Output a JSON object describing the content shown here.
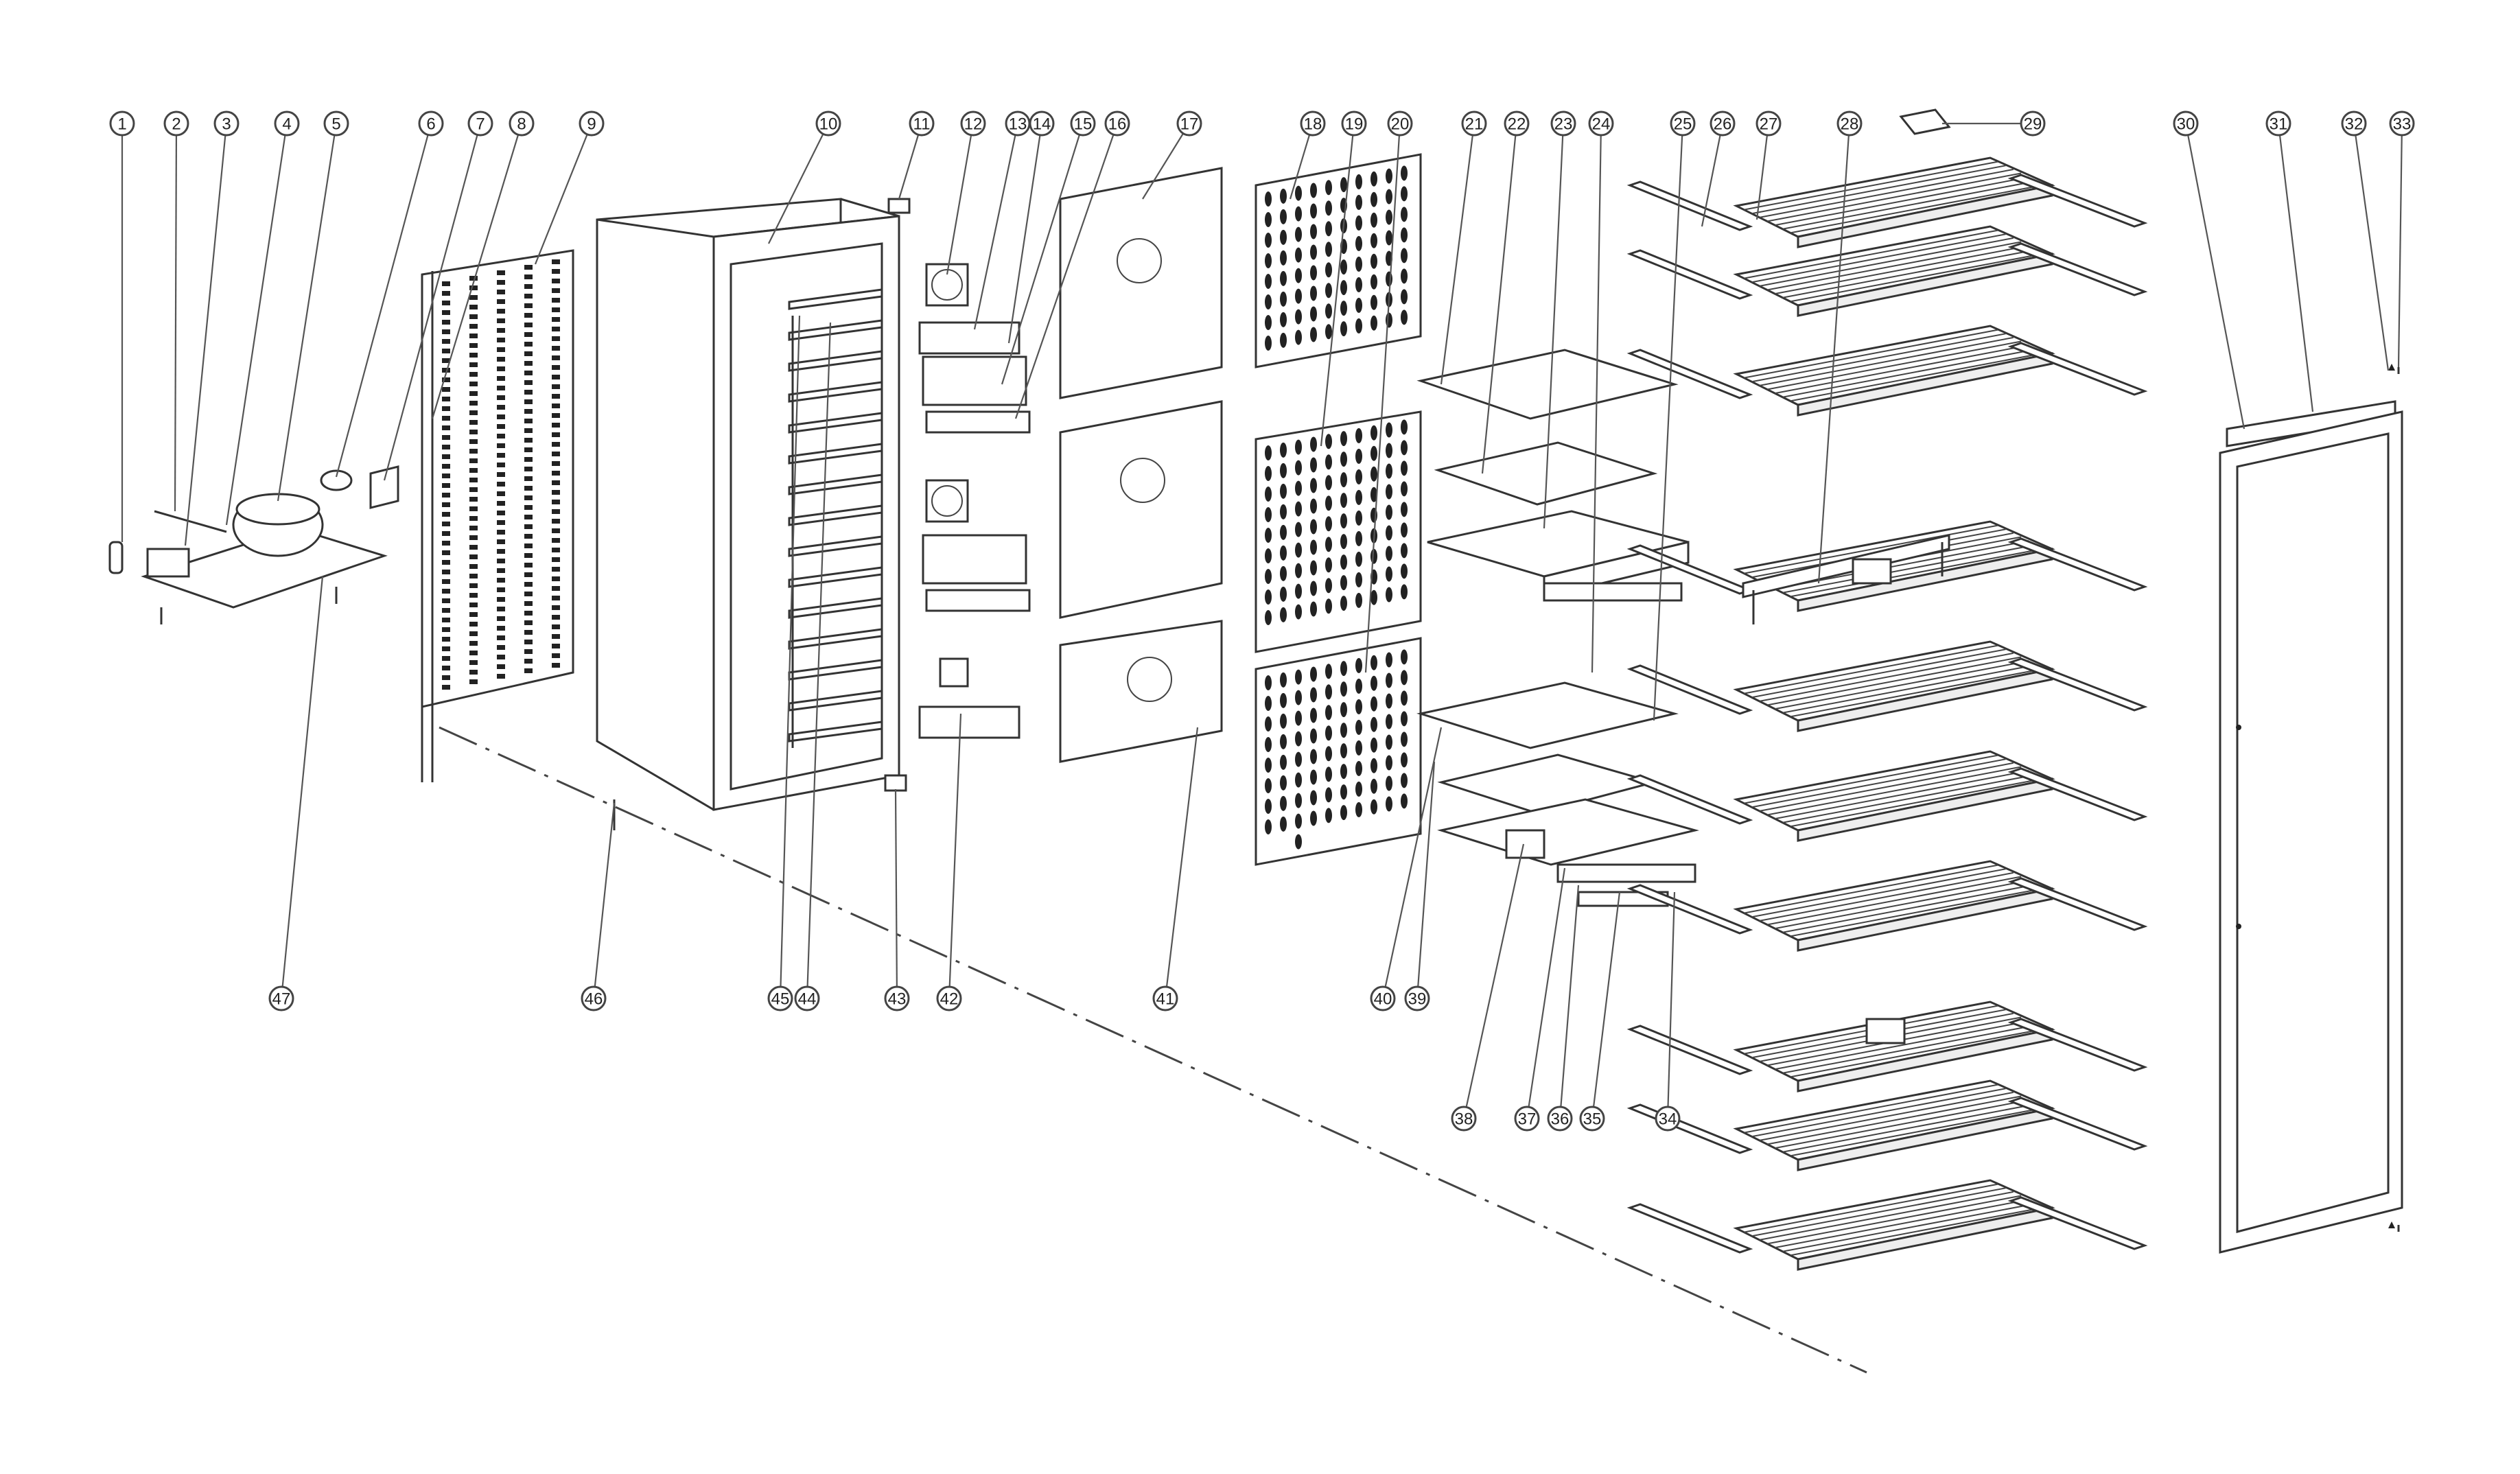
{
  "callouts": [
    "1",
    "2",
    "3",
    "4",
    "5",
    "6",
    "7",
    "8",
    "9",
    "10",
    "11",
    "12",
    "13",
    "14",
    "15",
    "16",
    "17",
    "18",
    "19",
    "20",
    "21",
    "22",
    "23",
    "24",
    "25",
    "26",
    "27",
    "28",
    "29",
    "30",
    "31",
    "32",
    "33",
    "34",
    "35",
    "36",
    "37",
    "38",
    "39",
    "40",
    "41",
    "42",
    "43",
    "44",
    "45",
    "46",
    "47"
  ],
  "colors": {
    "line": "#333333",
    "background": "#ffffff",
    "panel_fill": "#eeeeee"
  }
}
